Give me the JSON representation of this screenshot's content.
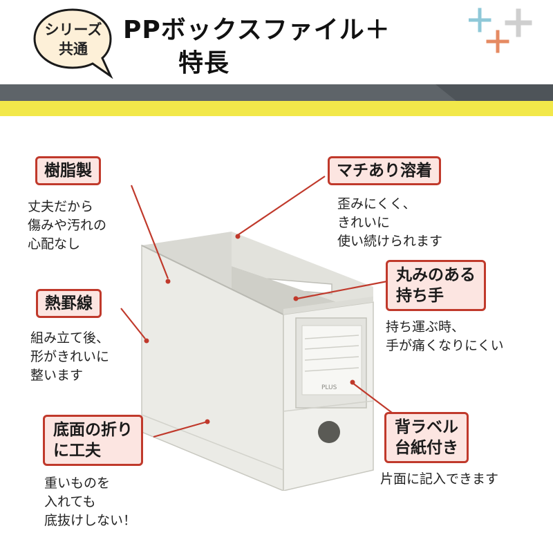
{
  "header": {
    "badge_line1": "シリーズ",
    "badge_line2": "共通",
    "title_line1": "PPボックスファイル＋",
    "title_line2": "特長"
  },
  "colors": {
    "accent_red": "#c0392b",
    "label_bg": "#fce5e1",
    "band_gray": "#5e6469",
    "band_yellow": "#f2e84a",
    "plus_blue": "#8fc8d8",
    "plus_orange": "#e58a62",
    "plus_gray": "#cfcfcf"
  },
  "product": {
    "brand": "PLUS"
  },
  "features": {
    "resin": {
      "label": "樹脂製",
      "desc": [
        "丈夫だから",
        "傷みや汚れの",
        "心配なし"
      ]
    },
    "heat_crease": {
      "label": "熱罫線",
      "desc": [
        "組み立て後、",
        "形がきれいに",
        "整います"
      ]
    },
    "bottom_fold": {
      "label_line1": "底面の折り",
      "label_line2": "に工夫",
      "desc": [
        "重いものを",
        "入れても",
        "底抜けしない！"
      ]
    },
    "gusset_weld": {
      "label": "マチあり溶着",
      "desc": [
        "歪みにくく、",
        "きれいに",
        "使い続けられます"
      ]
    },
    "round_handle": {
      "label_line1": "丸みのある",
      "label_line2": "持ち手",
      "desc": [
        "持ち運ぶ時、",
        "手が痛くなりにくい"
      ]
    },
    "spine_label": {
      "label_line1": "背ラベル",
      "label_line2": "台紙付き",
      "desc": [
        "片面に記入できます"
      ]
    }
  }
}
